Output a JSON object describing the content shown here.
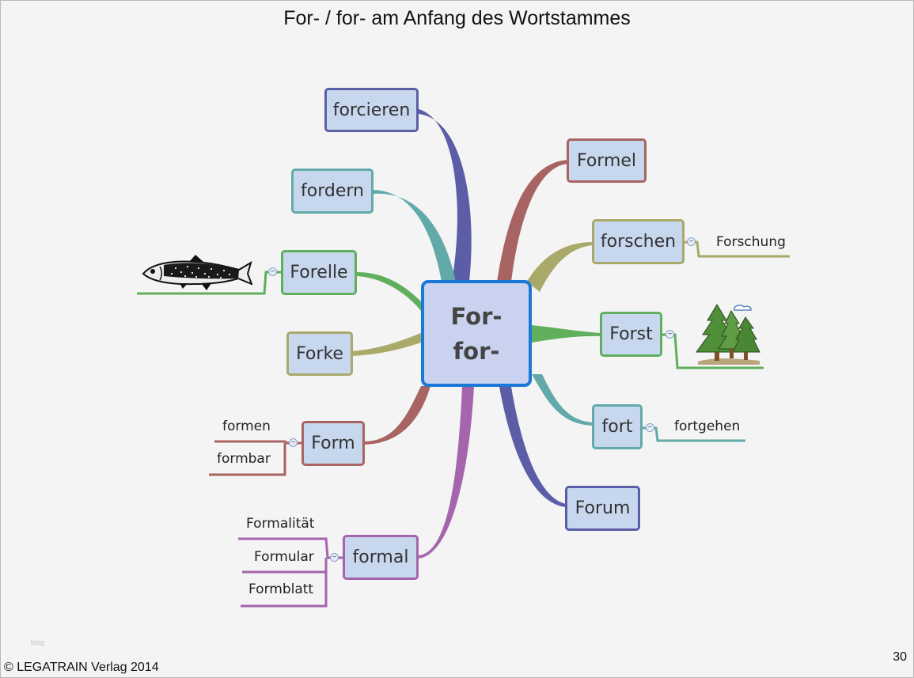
{
  "title": "For- / for- am Anfang des Wortstammes",
  "center": {
    "line1": "For-",
    "line2": "for-"
  },
  "branches": {
    "forcieren": "forcieren",
    "fordern": "fordern",
    "forelle": "Forelle",
    "forke": "Forke",
    "form": "Form",
    "formal": "formal",
    "formel": "Formel",
    "forschen": "forschen",
    "forst": "Forst",
    "fort": "fort",
    "forum": "Forum"
  },
  "subtopics": {
    "forschung": "Forschung",
    "fortgehen": "fortgehen",
    "formen": "formen",
    "formbar": "formbar",
    "formalitaet": "Formalität",
    "formular": "Formular",
    "formblatt": "Formblatt"
  },
  "collapse_glyph": "−",
  "watermark": "blog",
  "footer": "© LEGATRAIN Verlag 2014",
  "page_number": "30",
  "colors": {
    "forcieren": "#5b5ea6",
    "fordern": "#62aaa9",
    "forelle": "#5faf5c",
    "forke": "#a9a96a",
    "form": "#a86462",
    "formal": "#a465ac",
    "formel": "#a86462",
    "forschen": "#a9a96a",
    "forst": "#5faf5c",
    "fort": "#62aaa9",
    "forum": "#5b5ea6",
    "center_border": "#1b78d6",
    "node_fill": "#c6d7ee"
  },
  "icons": {
    "fish": "trout-fish-image",
    "trees": "forest-trees-image"
  }
}
